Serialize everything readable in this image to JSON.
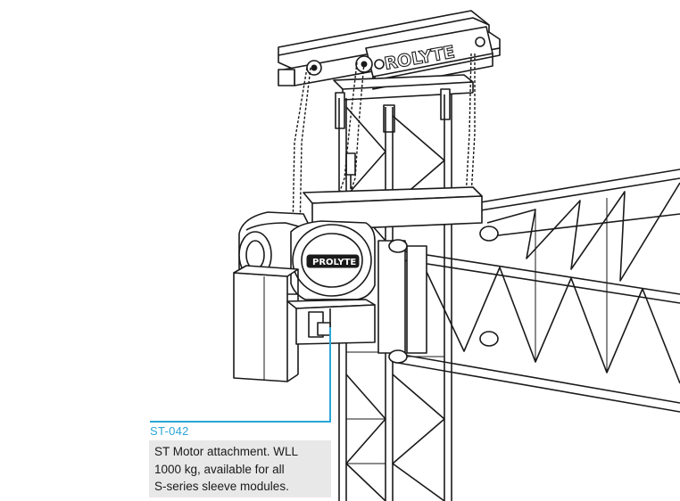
{
  "brand": {
    "beam_logo": "ROLYTE",
    "motor_logo": "PROLYTE"
  },
  "callout": {
    "code": "ST-042",
    "lines": [
      "ST Motor attachment. WLL",
      "1000 kg, available for all",
      "S-series sleeve modules."
    ]
  },
  "colors": {
    "accent": "#2aa6d8",
    "caption_bg": "#e8e8e8",
    "line": "#1a1a1a"
  }
}
